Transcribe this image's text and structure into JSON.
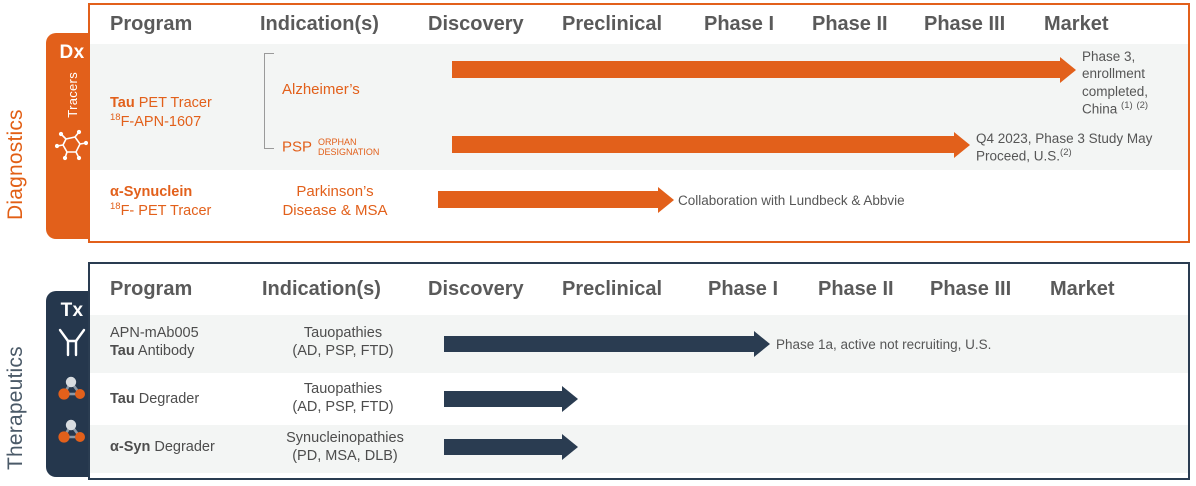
{
  "sections": [
    {
      "id": "diagnostics",
      "label": "Diagnostics",
      "accent": "#E2601B",
      "tab": {
        "abbr": "Dx",
        "vtext": "Tracers"
      },
      "columns": [
        "Program",
        "Indication(s)",
        "Discovery",
        "Preclinical",
        "Phase I",
        "Phase II",
        "Phase III",
        "Market"
      ],
      "rows": [
        {
          "program_bold": "Tau",
          "program_rest": " PET Tracer",
          "program_sub_sup": "18",
          "program_sub": "F-APN-1607",
          "indications": [
            {
              "text": "Alzheimer’s",
              "badge": ""
            },
            {
              "text": "PSP",
              "badge": "ORPHAN DESIGNATION"
            }
          ],
          "bars": [
            {
              "note": "Phase 3, enrollment completed, China (1) (2)"
            },
            {
              "note": "Q4 2023, Phase 3 Study May Proceed, U.S.(2)"
            }
          ]
        },
        {
          "program_bold": "α-Synuclein",
          "program_rest": "",
          "program_sub_sup": "18",
          "program_sub": "F- PET Tracer",
          "indication_l1": "Parkinson’s",
          "indication_l2": "Disease & MSA",
          "note": "Collaboration with Lundbeck & Abbvie"
        }
      ]
    },
    {
      "id": "therapeutics",
      "label": "Therapeutics",
      "accent": "#2A3C51",
      "tab": {
        "abbr": "Tx",
        "vtext": ""
      },
      "columns": [
        "Program",
        "Indication(s)",
        "Discovery",
        "Preclinical",
        "Phase I",
        "Phase II",
        "Phase III",
        "Market"
      ],
      "rows": [
        {
          "program_l1": "APN-mAb005",
          "program_bold": "Tau",
          "program_rest": " Antibody",
          "indication_l1": "Tauopathies",
          "indication_l2": "(AD, PSP, FTD)",
          "note": "Phase 1a, active not recruiting, U.S."
        },
        {
          "program_l1": "",
          "program_bold": "Tau",
          "program_rest": " Degrader",
          "indication_l1": "Tauopathies",
          "indication_l2": "(AD, PSP, FTD)",
          "note": ""
        },
        {
          "program_l1": "",
          "program_bold": "α-Syn",
          "program_rest": " Degrader",
          "indication_l1": "Synucleinopathies",
          "indication_l2": "(PD, MSA, DLB)",
          "note": ""
        }
      ]
    }
  ],
  "dx": {
    "label": "Diagnostics",
    "tab_abbr": "Dx",
    "tab_vtext": "Tracers",
    "h_program": "Program",
    "h_indication": "Indication(s)",
    "h_discovery": "Discovery",
    "h_preclinical": "Preclinical",
    "h_phase1": "Phase I",
    "h_phase2": "Phase II",
    "h_phase3": "Phase III",
    "h_market": "Market",
    "r1_prog_bold": "Tau",
    "r1_prog_rest": " PET Tracer",
    "r1_prog_sup": "18",
    "r1_prog_sub": "F-APN-1607",
    "r1_ind_a": "Alzheimer’s",
    "r1_ind_b": "PSP",
    "r1_badge_l1": "ORPHAN",
    "r1_badge_l2": "DESIGNATION",
    "r1_note_l1": "Phase 3,",
    "r1_note_l2": "enrollment",
    "r1_note_l3": "completed,",
    "r1_note_l4": "China",
    "r1_note_sup1": "(1)",
    "r1_note_sup2": "(2)",
    "r2_note_l1": "Q4 2023, Phase 3 Study May",
    "r2_note_l2": "Proceed, U.S.",
    "r2_note_sup": "(2)",
    "r3_prog_bold": "α-Synuclein",
    "r3_prog_sup": "18",
    "r3_prog_sub": "F- PET Tracer",
    "r3_ind_l1": "Parkinson’s",
    "r3_ind_l2": "Disease & MSA",
    "r3_note": "Collaboration with Lundbeck & Abbvie"
  },
  "tx": {
    "label": "Therapeutics",
    "tab_abbr": "Tx",
    "h_program": "Program",
    "h_indication": "Indication(s)",
    "h_discovery": "Discovery",
    "h_preclinical": "Preclinical",
    "h_phase1": "Phase I",
    "h_phase2": "Phase II",
    "h_phase3": "Phase III",
    "h_market": "Market",
    "r1_prog_l1": "APN-mAb005",
    "r1_prog_bold": "Tau",
    "r1_prog_rest": " Antibody",
    "r1_ind_l1": "Tauopathies",
    "r1_ind_l2": "(AD, PSP, FTD)",
    "r1_note": "Phase 1a, active not recruiting, U.S.",
    "r2_prog_bold": "Tau",
    "r2_prog_rest": " Degrader",
    "r2_ind_l1": "Tauopathies",
    "r2_ind_l2": "(AD, PSP, FTD)",
    "r3_prog_bold": "α-Syn",
    "r3_prog_rest": " Degrader",
    "r3_ind_l1": "Synucleinopathies",
    "r3_ind_l2": "(PD, MSA, DLB)"
  },
  "colors": {
    "orange": "#E2601B",
    "navy": "#2A3C51",
    "row_shade": "#F3F5F4",
    "header_text": "#5A5A5A",
    "body_text": "#4D4D4D"
  },
  "icons": {
    "molecule": "molecule-icon",
    "antibody": "antibody-icon"
  }
}
